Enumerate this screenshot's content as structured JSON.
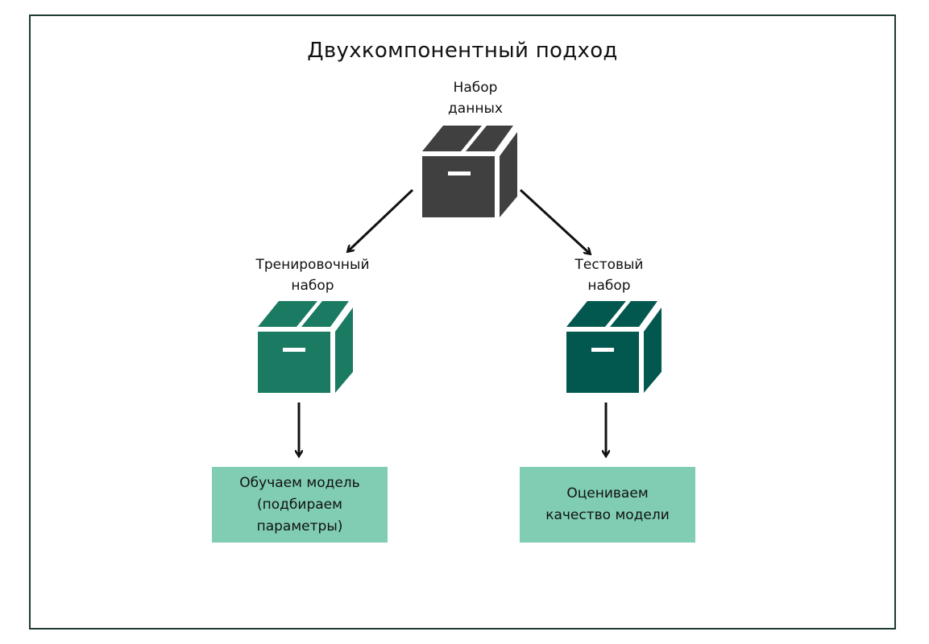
{
  "title": "Двухкомпонентный подход",
  "nodes": {
    "root": {
      "label": "Набор\nданных",
      "color": "#404040"
    },
    "train": {
      "label": "Тренировочный\nнабор",
      "color": "#1a7a62"
    },
    "test": {
      "label": "Тестовый\nнабор",
      "color": "#02574f"
    }
  },
  "outcomes": {
    "train": "Обучаем модель\n(подбираем\nпараметры)",
    "test": "Оцениваем\nкачество модели"
  },
  "colors": {
    "frame": "#1f3b33",
    "outcome_fill": "#80cdb3",
    "arrow": "#111111"
  },
  "icons": {
    "root": "box-icon",
    "train": "box-icon",
    "test": "box-icon"
  }
}
